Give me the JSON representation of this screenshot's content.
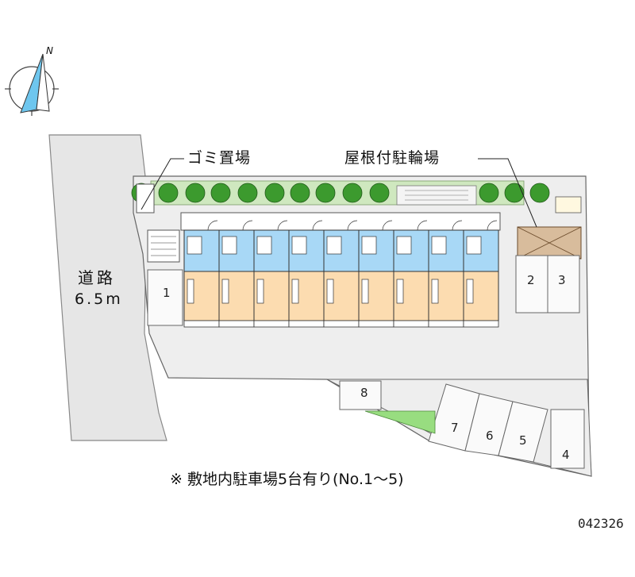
{
  "compass": {
    "north_symbol": "N"
  },
  "callouts": {
    "garbage": "ゴミ置場",
    "bicycle": "屋根付駐輪場"
  },
  "road": {
    "name": "道路",
    "width": "6.5m"
  },
  "parking_spaces": [
    "1",
    "2",
    "3",
    "4",
    "5",
    "6",
    "7",
    "8"
  ],
  "units": {
    "count": 9
  },
  "note": "※ 敷地内駐車場5台有り(No.1～5)",
  "property_code": "042326",
  "colors": {
    "road_fill": "#e6e6e6",
    "lot_fill": "#eeeeee",
    "building_room": "#fcdcb0",
    "building_wet": "#a8d8f6",
    "tree_green": "#3c9a2e",
    "lawn_green": "#98dd80",
    "bike_shed": "#d8bc9c",
    "outline": "#555555"
  }
}
